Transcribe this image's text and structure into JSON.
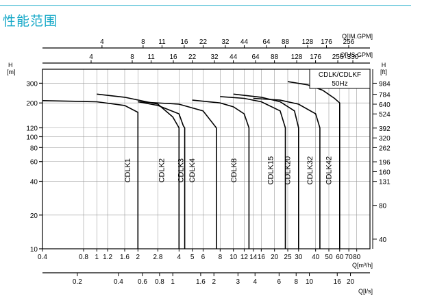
{
  "page": {
    "title": "性能范围",
    "accent_color": "#17a9c8"
  },
  "chart_data": {
    "type": "line",
    "title": "",
    "scale": "log-log",
    "grid": true,
    "legend_box": {
      "lines": [
        "CDLK/CDLKF",
        "50Hz"
      ]
    },
    "axes": {
      "q_m3h": {
        "label": "Q[m³/h]",
        "range": [
          0.4,
          100
        ],
        "ticks": [
          0.4,
          0.8,
          1,
          1.2,
          1.6,
          2,
          2.8,
          4,
          5,
          6,
          8,
          10,
          12,
          14,
          16,
          20,
          25,
          30,
          40,
          50,
          60,
          70,
          80
        ],
        "tick_labels": [
          "0.4",
          "0.8",
          "1",
          "1.2",
          "1.6",
          "2",
          "2.8",
          "4",
          "5",
          "6",
          "8",
          "10",
          "12",
          "14",
          "16",
          "20",
          "25",
          "30",
          "40",
          "50",
          "60",
          "70",
          "80"
        ]
      },
      "q_ls": {
        "label": "Q[l/s]",
        "ticks": [
          0.2,
          0.4,
          0.6,
          0.8,
          1,
          1.6,
          2,
          3,
          4,
          6,
          8,
          10,
          16,
          20
        ],
        "tick_labels": [
          "0.2",
          "0.4",
          "0.6",
          "0.8",
          "1",
          "1.6",
          "2",
          "3",
          "4",
          "6",
          "8",
          "10",
          "16",
          "20"
        ]
      },
      "q_usgpm": {
        "label": "Q[US.GPM]",
        "ticks": [
          4,
          8,
          11,
          16,
          22,
          32,
          44,
          64,
          88,
          128,
          176,
          256,
          330
        ],
        "tick_labels": [
          "4",
          "8",
          "11",
          "16",
          "22",
          "32",
          "44",
          "64",
          "88",
          "128",
          "176",
          "256",
          "330"
        ]
      },
      "q_imgpm": {
        "label": "Q[IM.GPM]",
        "ticks": [
          4,
          8,
          11,
          16,
          22,
          32,
          44,
          64,
          88,
          128,
          176,
          256
        ],
        "tick_labels": [
          "4",
          "8",
          "11",
          "16",
          "22",
          "32",
          "44",
          "64",
          "88",
          "128",
          "176",
          "256"
        ]
      },
      "h_m": {
        "label": "H",
        "unit": "[m]",
        "range": [
          10,
          400
        ],
        "ticks": [
          10,
          20,
          40,
          60,
          80,
          100,
          120,
          200,
          300
        ],
        "tick_labels": [
          "10",
          "20",
          "40",
          "60",
          "80",
          "100",
          "120",
          "200",
          "300"
        ]
      },
      "h_ft": {
        "label": "H",
        "unit": "[ft]",
        "ticks": [
          40,
          80,
          131,
          160,
          196,
          262,
          320,
          392,
          524,
          640,
          784,
          984
        ],
        "tick_labels": [
          "40",
          "80",
          "131",
          "160",
          "196",
          "262",
          "320",
          "392",
          "524",
          "640",
          "784",
          "984"
        ]
      }
    },
    "series": [
      {
        "name": "CDLK1",
        "left": [
          0.4,
          210
        ],
        "curve": [
          [
            0.4,
            210
          ],
          [
            1,
            205
          ],
          [
            1.6,
            190
          ],
          [
            2,
            165
          ]
        ],
        "qmax": 2,
        "hmax": 210,
        "label_at": [
          1.75,
          50
        ]
      },
      {
        "name": "CDLK2",
        "left": [
          1,
          240
        ],
        "curve": [
          [
            1,
            240
          ],
          [
            1.6,
            225
          ],
          [
            2.8,
            195
          ],
          [
            3.6,
            150
          ],
          [
            4,
            120
          ]
        ],
        "qmax": 4,
        "hmax": 240,
        "label_at": [
          3.1,
          50
        ]
      },
      {
        "name": "CDLK3",
        "left": [
          2,
          205
        ],
        "curve": [
          [
            2,
            205
          ],
          [
            2.8,
            190
          ],
          [
            4,
            160
          ],
          [
            4.3,
            125
          ],
          [
            4.4,
            120
          ]
        ],
        "qmax": 4.4,
        "hmax": 205,
        "label_at": [
          4.3,
          50
        ]
      },
      {
        "name": "CDLK4",
        "left": [
          2,
          205
        ],
        "curve": [
          [
            2,
            205
          ],
          [
            4,
            195
          ],
          [
            6,
            170
          ],
          [
            7.5,
            120
          ]
        ],
        "qmax": 7.5,
        "hmax": 205,
        "label_at": [
          5.2,
          50
        ]
      },
      {
        "name": "CDLK8",
        "left": [
          5,
          212
        ],
        "curve": [
          [
            5,
            212
          ],
          [
            8,
            200
          ],
          [
            10,
            185
          ],
          [
            12,
            160
          ],
          [
            13,
            120
          ]
        ],
        "qmax": 13,
        "hmax": 212,
        "label_at": [
          10.5,
          50
        ]
      },
      {
        "name": "CDLK15",
        "left": [
          8,
          228
        ],
        "curve": [
          [
            8,
            228
          ],
          [
            12,
            220
          ],
          [
            16,
            205
          ],
          [
            22,
            170
          ],
          [
            24,
            120
          ]
        ],
        "qmax": 24,
        "hmax": 228,
        "label_at": [
          19.5,
          50
        ]
      },
      {
        "name": "CDLK20",
        "left": [
          10,
          240
        ],
        "curve": [
          [
            10,
            240
          ],
          [
            16,
            225
          ],
          [
            22,
            205
          ],
          [
            28,
            170
          ],
          [
            30,
            120
          ]
        ],
        "qmax": 30,
        "hmax": 240,
        "label_at": [
          26,
          50
        ]
      },
      {
        "name": "CDLK32",
        "left": [
          14,
          220
        ],
        "curve": [
          [
            14,
            220
          ],
          [
            22,
            212
          ],
          [
            30,
            195
          ],
          [
            40,
            160
          ],
          [
            43,
            120
          ]
        ],
        "qmax": 43,
        "hmax": 220,
        "label_at": [
          38,
          50
        ]
      },
      {
        "name": "CDLK42",
        "left": [
          25,
          310
        ],
        "curve": [
          [
            25,
            310
          ],
          [
            35,
            290
          ],
          [
            45,
            260
          ],
          [
            55,
            220
          ],
          [
            60,
            200
          ]
        ],
        "qmax": 60,
        "hmax": 310,
        "label_at": [
          52,
          50
        ]
      }
    ]
  }
}
